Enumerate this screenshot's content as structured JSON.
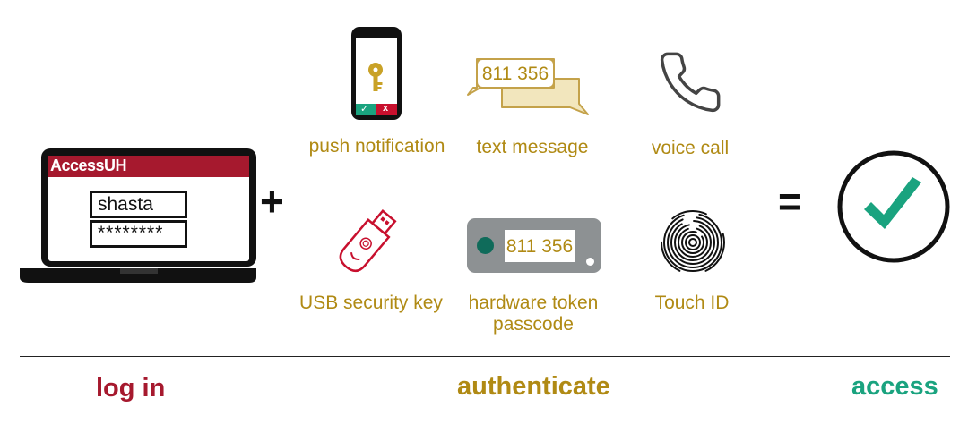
{
  "login": {
    "brand": "AccessUH",
    "username": "shasta",
    "password": "********"
  },
  "methods": {
    "push_label": "push notification",
    "push_confirm_glyph": "✓",
    "push_deny_glyph": "x",
    "sms_label": "text message",
    "sms_code": "811 356",
    "voice_label": "voice call",
    "usb_label": "USB security key",
    "token_label_line1": "hardware token",
    "token_label_line2": "passcode",
    "token_code": "811 356",
    "touch_label": "Touch ID"
  },
  "operators": {
    "plus": "+",
    "equals": "="
  },
  "captions": {
    "login": "log in",
    "authenticate": "authenticate",
    "access": "access"
  },
  "colors": {
    "crimson": "#a6192e",
    "gold": "#b08a14",
    "green": "#1aa37f",
    "dark": "#1a1a1a",
    "token_gray": "#8d9193"
  }
}
